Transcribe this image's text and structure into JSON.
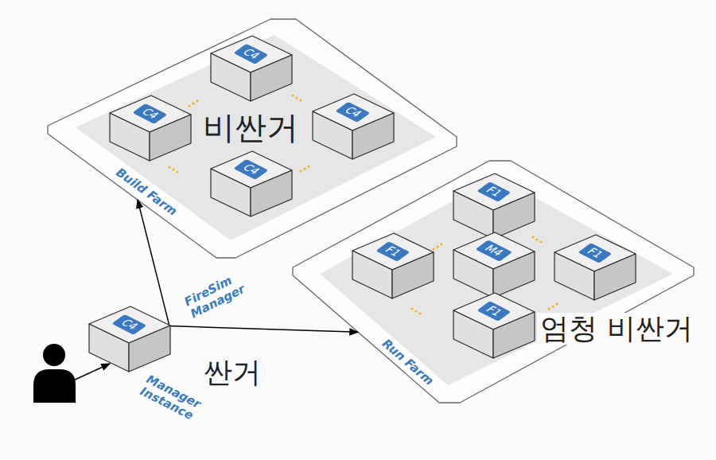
{
  "diagram": {
    "nodes": [
      {
        "text": [
          "Build Farm"
        ]
      },
      {
        "text": [
          "C4"
        ],
        "in": 0
      },
      {
        "text": [
          "C4"
        ],
        "in": 0
      },
      {
        "text": [
          "C4"
        ],
        "in": 0
      },
      {
        "text": [
          "C4"
        ],
        "in": 0
      },
      {
        "text": [
          "Run Farm"
        ]
      },
      {
        "text": [
          "F1"
        ],
        "in": 5
      },
      {
        "text": [
          "F1"
        ],
        "in": 5
      },
      {
        "text": [
          "M4"
        ],
        "in": 5
      },
      {
        "text": [
          "F1"
        ],
        "in": 5
      },
      {
        "text": [
          "F1"
        ],
        "in": 5
      },
      {
        "text": [
          "C4",
          "Manager Instance"
        ]
      }
    ],
    "edges": [
      {
        "from": 11,
        "to": 0,
        "arrow": "to"
      },
      {
        "from": 11,
        "to": 5,
        "arrow": "to"
      }
    ],
    "labels": [
      "비싼거",
      "FireSim Manager",
      "엄청 비싼거",
      "싼거"
    ]
  }
}
